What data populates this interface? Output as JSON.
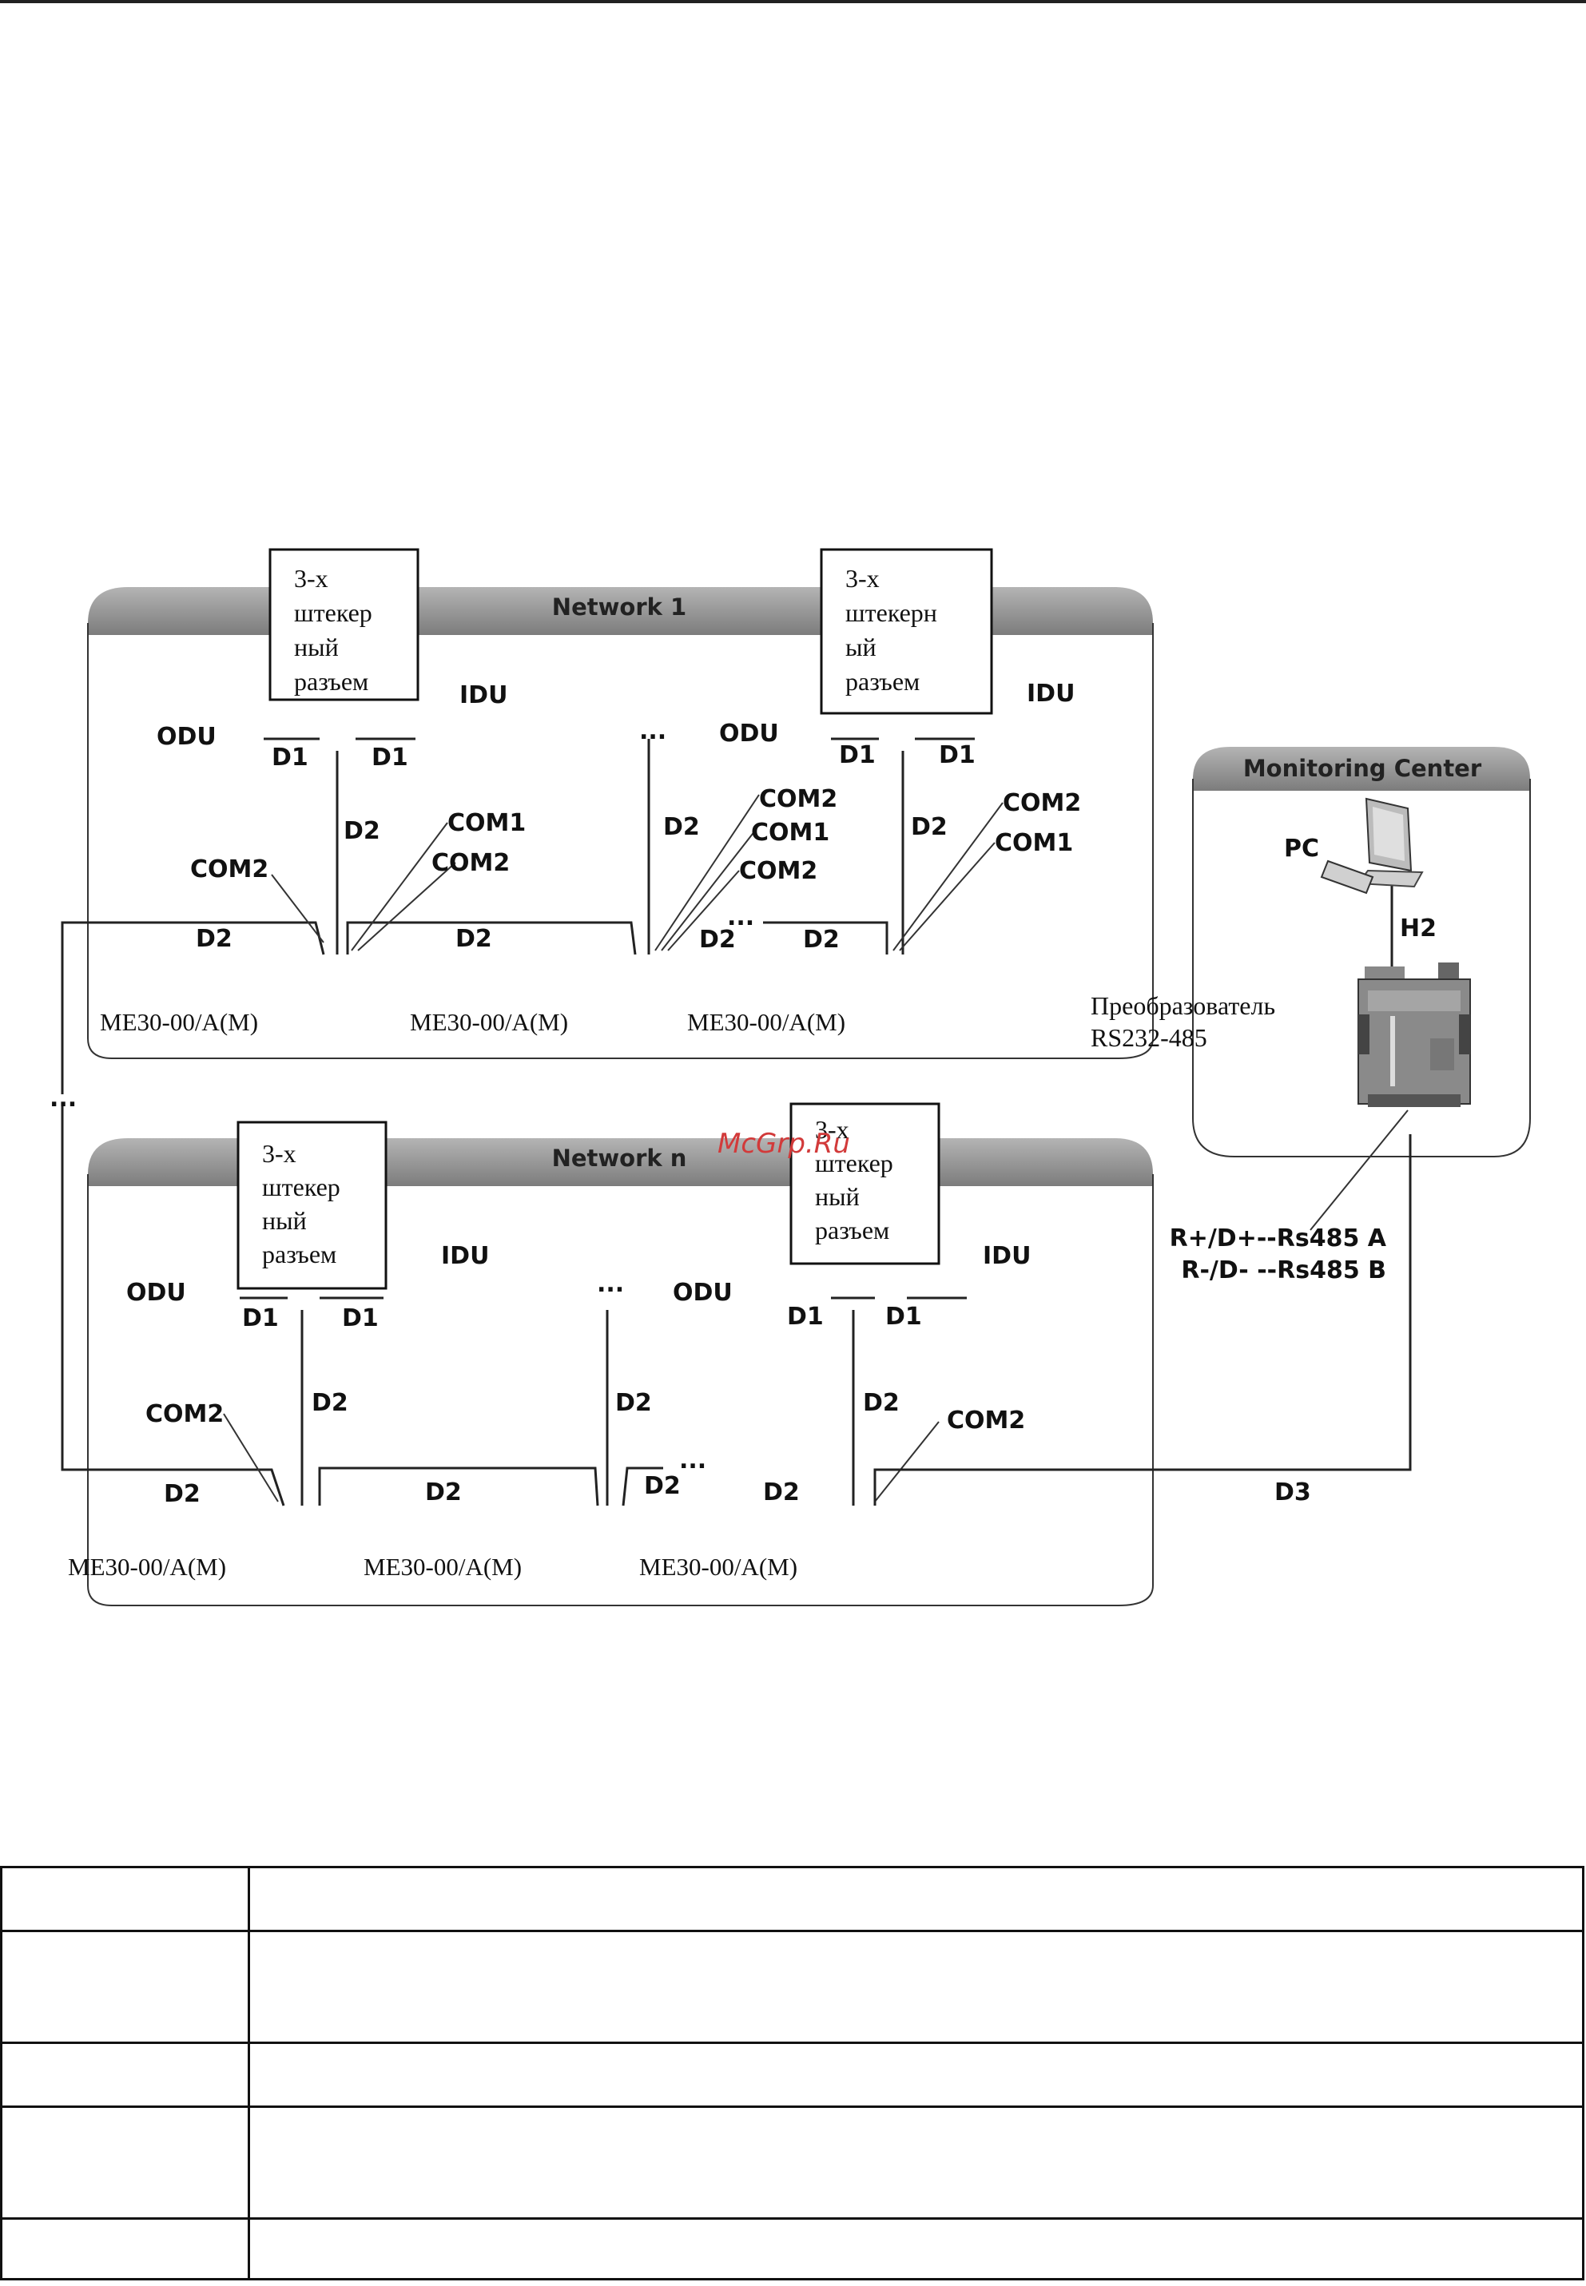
{
  "network1": {
    "title": "Network 1"
  },
  "networkn": {
    "title": "Network n"
  },
  "monitoring": {
    "title": "Monitoring Center",
    "pc": "PC",
    "h2": "H2"
  },
  "connector": {
    "a": [
      "3-х",
      "штекер",
      "ный",
      "разъем"
    ],
    "b": [
      "3-х",
      "штекерн",
      "ый",
      "разъем"
    ],
    "c": [
      "3-х",
      "штекер",
      "ный",
      "разъем"
    ],
    "d": [
      "3-х",
      "штекер",
      "ный",
      "разъем"
    ]
  },
  "labels": {
    "odu": "ODU",
    "idu": "IDU",
    "d1": "D1",
    "d2": "D2",
    "d3": "D3",
    "com1": "COM1",
    "com2": "COM2",
    "ellipsis": "...",
    "model": "ME30-00/A(M)"
  },
  "converter": {
    "line1": "Преобразователь",
    "line2": "RS232-485"
  },
  "rs485": {
    "a": "R+/D+--Rs485 A",
    "b": "R-/D- --Rs485 B"
  },
  "watermark": "McGrp.Ru",
  "table": {
    "rows": [
      [
        "",
        ""
      ],
      [
        "",
        ""
      ],
      [
        "",
        ""
      ],
      [
        "",
        ""
      ],
      [
        "",
        ""
      ]
    ]
  },
  "colors": {
    "panel_header": "#8f8f8f",
    "watermark": "#d23a3a"
  }
}
